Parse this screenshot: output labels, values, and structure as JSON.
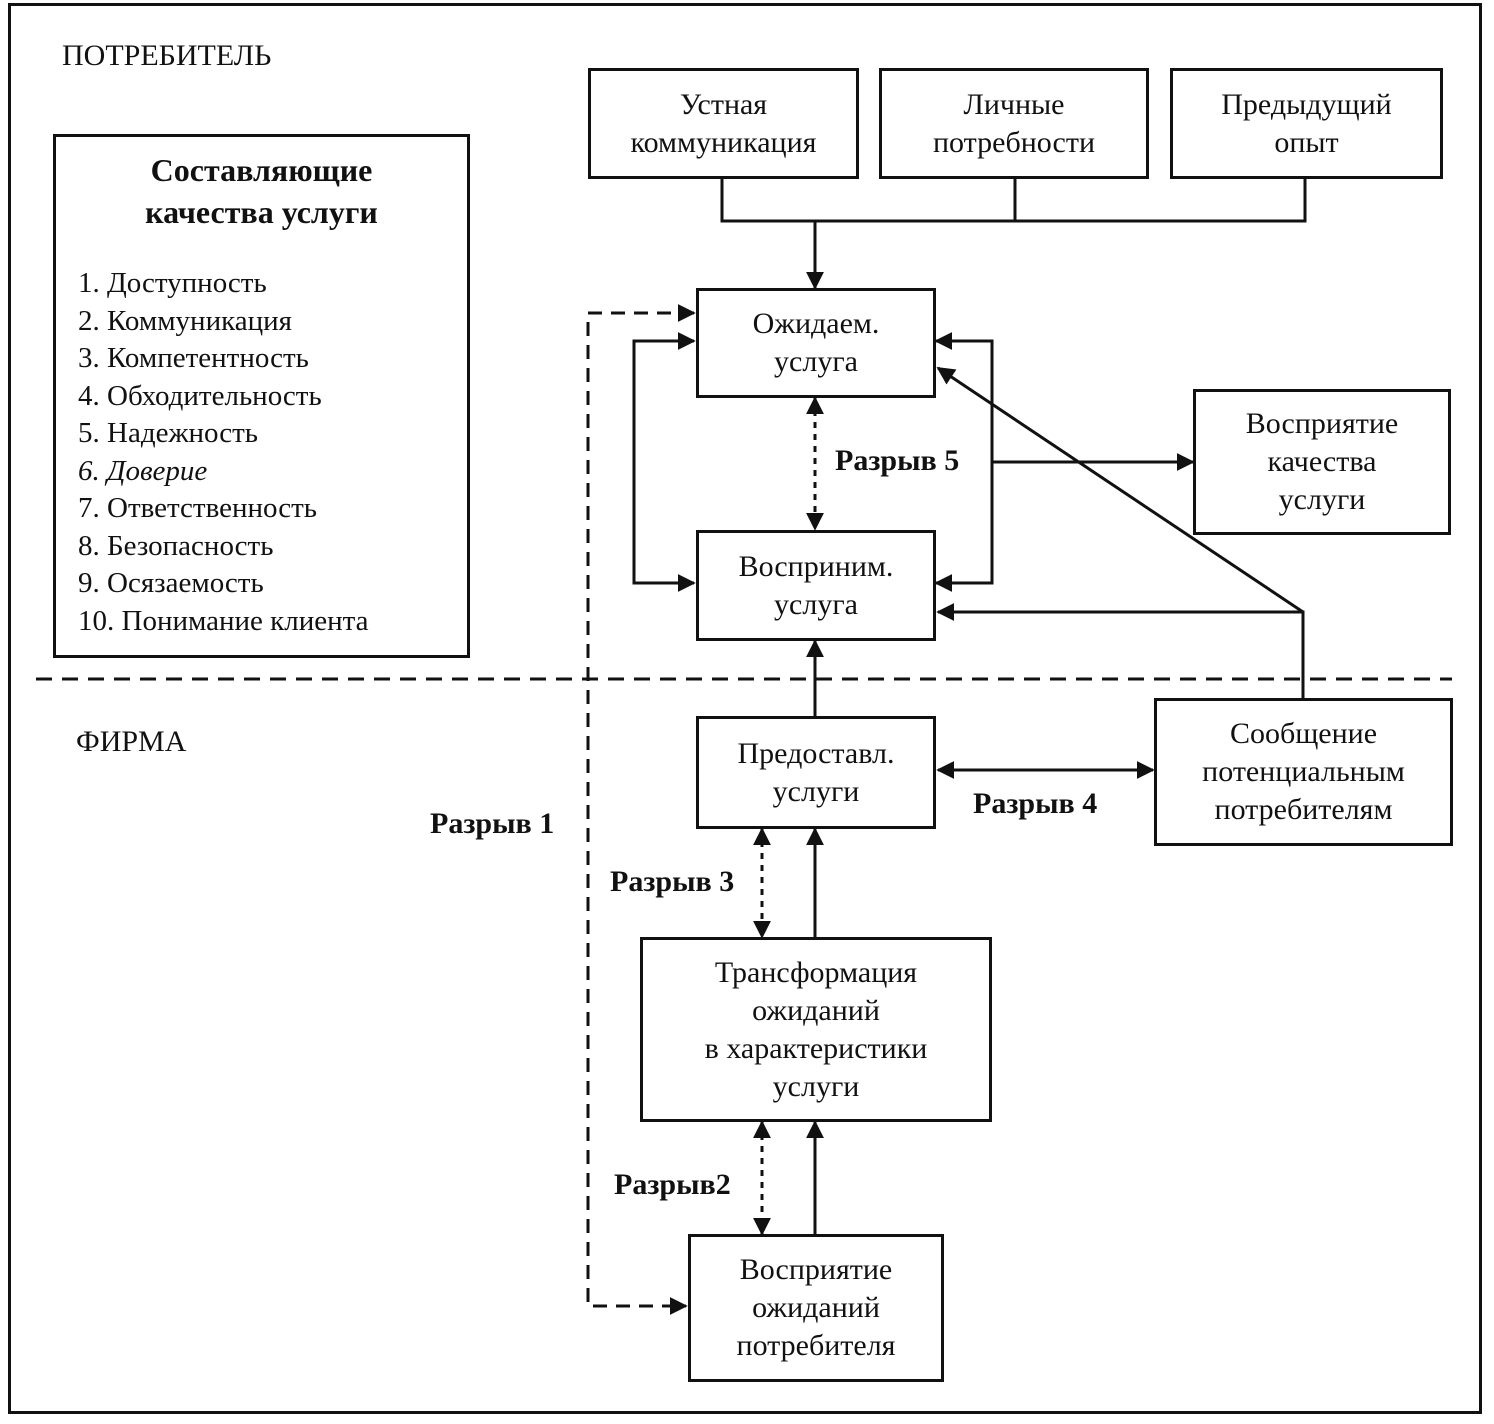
{
  "sections": {
    "consumer": "ПОТРЕБИТЕЛЬ",
    "firm": "ФИРМА"
  },
  "legend": {
    "title": "Составляющие\nкачества услуги",
    "items": [
      "1. Доступность",
      "2. Коммуникация",
      "3. Компетентность",
      "4. Обходительность",
      "5. Надежность",
      "6. Доверие",
      "7. Ответственность",
      "8. Безопасность",
      "9. Осязаемость",
      "10. Понимание клиента"
    ]
  },
  "boxes": {
    "word_of_mouth": "Устная\nкоммуникация",
    "personal_needs": "Личные\nпотребности",
    "past_experience": "Предыдущий\nопыт",
    "expected_service": "Ожидаем.\nуслуга",
    "perceived_service": "Восприним.\nуслуга",
    "perceived_quality": "Восприятие\nкачества\nуслуги",
    "service_delivery": "Предоставл.\nуслуги",
    "external_communications": "Сообщение\nпотенциальным\nпотребителям",
    "translation": "Трансформация\nожиданий\nв характеристики\nуслуги",
    "management_perceptions": "Восприятие\nожиданий\nпотребителя"
  },
  "gaps": {
    "gap1": "Разрыв 1",
    "gap2": "Разрыв2",
    "gap3": "Разрыв 3",
    "gap4": "Разрыв 4",
    "gap5": "Разрыв 5"
  }
}
